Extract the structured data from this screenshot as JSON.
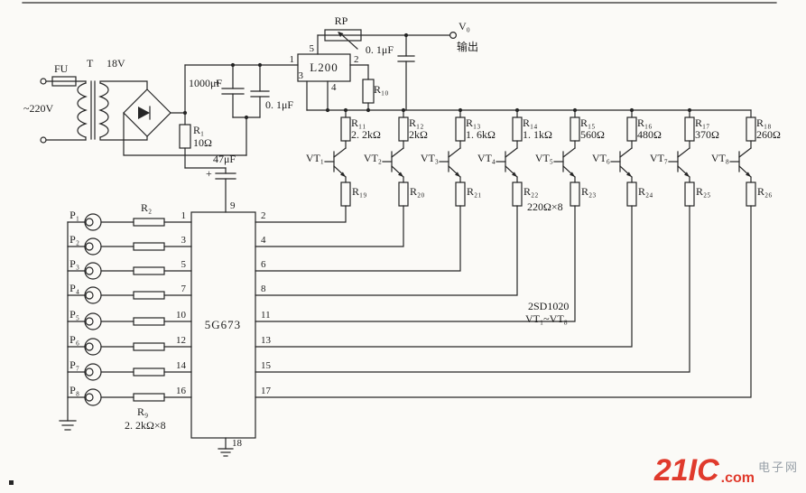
{
  "power": {
    "fuse": "FU",
    "mains": "~220V",
    "transformer": "T",
    "secondary_voltage": "18V",
    "filter_cap1": "1000μF",
    "filter_cap1_polarity": "+",
    "filter_cap2": "0. 1μF",
    "r1_name": "R₁",
    "r1_value": "10Ω",
    "ic_cap_name": "47μF",
    "ic_cap_polarity": "+"
  },
  "regulator": {
    "name": "L200",
    "pin1": "1",
    "pin2": "2",
    "pin3": "3",
    "pin4": "4",
    "pin5": "5",
    "pot": "RP",
    "out_cap": "0. 1μF",
    "r10": "R₁₀",
    "output": "V₀",
    "output_cn": "输出"
  },
  "channels": [
    {
      "base_r": "R₁₁",
      "base_v": "2. 2kΩ",
      "vt": "VT₁",
      "em_r": "R₁₉"
    },
    {
      "base_r": "R₁₂",
      "base_v": "2kΩ",
      "vt": "VT₂",
      "em_r": "R₂₀"
    },
    {
      "base_r": "R₁₃",
      "base_v": "1. 6kΩ",
      "vt": "VT₃",
      "em_r": "R₂₁"
    },
    {
      "base_r": "R₁₄",
      "base_v": "1. 1kΩ",
      "vt": "VT₄",
      "em_r": "R₂₂"
    },
    {
      "base_r": "R₁₅",
      "base_v": "560Ω",
      "vt": "VT₅",
      "em_r": "R₂₃"
    },
    {
      "base_r": "R₁₆",
      "base_v": "480Ω",
      "vt": "VT₆",
      "em_r": "R₂₄"
    },
    {
      "base_r": "R₁₇",
      "base_v": "370Ω",
      "vt": "VT₇",
      "em_r": "R₂₅"
    },
    {
      "base_r": "R₁₈",
      "base_v": "260Ω",
      "vt": "VT₈",
      "em_r": "R₂₆"
    }
  ],
  "notes": {
    "emitter_r_note": "220Ω×8",
    "type_note": "2SD1020",
    "range_note": "VT₁~VT₈"
  },
  "ic": {
    "name": "5G673",
    "pin_top": "9",
    "pin_bottom": "18",
    "left_pins": [
      "1",
      "3",
      "5",
      "7",
      "10",
      "12",
      "14",
      "16"
    ],
    "right_pins": [
      "2",
      "4",
      "6",
      "8",
      "11",
      "13",
      "15",
      "17"
    ]
  },
  "inputs": {
    "buttons": [
      "P₁",
      "P₂",
      "P₃",
      "P₄",
      "P₅",
      "P₆",
      "P₇",
      "P₈"
    ],
    "r2": "R₂",
    "r9": "R₉",
    "r_note": "2. 2kΩ×8"
  },
  "watermark": {
    "brand": "21IC",
    "domain": ".com",
    "cn": "电子网"
  }
}
